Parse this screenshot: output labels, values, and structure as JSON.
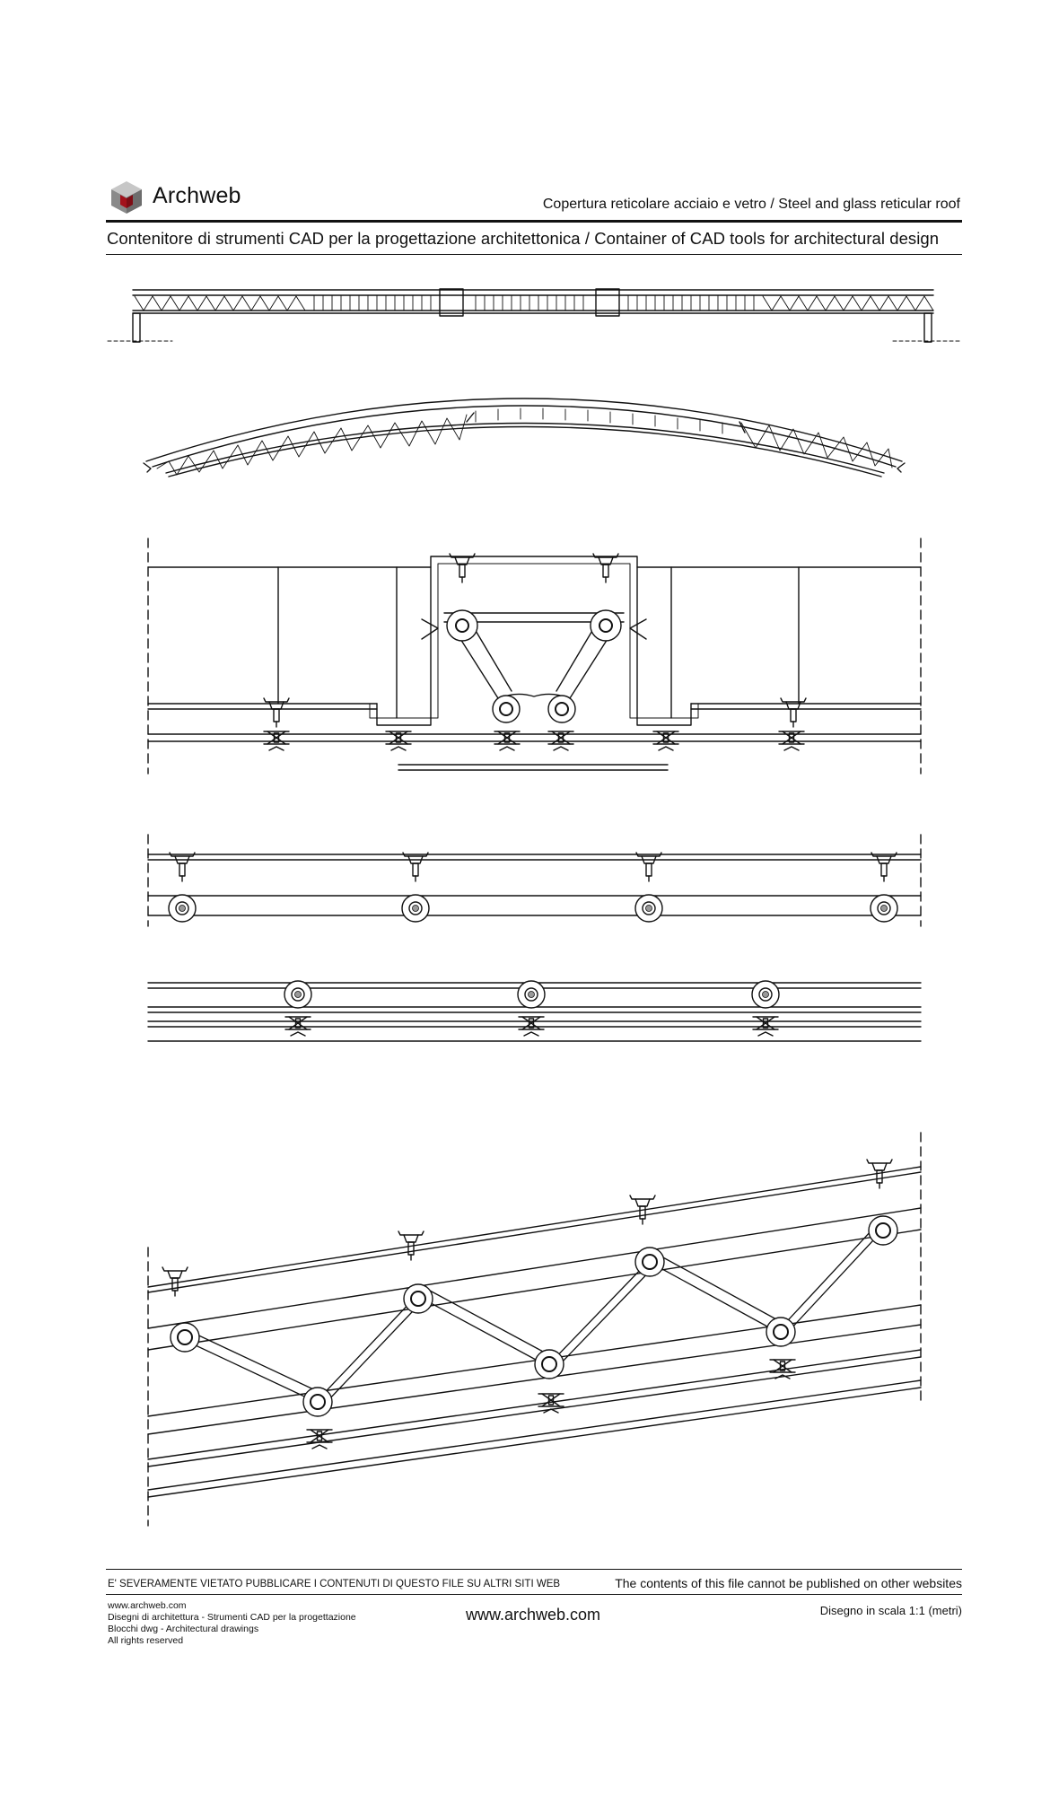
{
  "header": {
    "brand": "Archweb",
    "title": "Copertura reticolare acciaio e vetro  /  Steel and glass reticular roof",
    "subtitle": "Contenitore di strumenti CAD per la progettazione architettonica  /  Container of CAD tools for architectural design"
  },
  "footer": {
    "warning_it": "E' SEVERAMENTE VIETATO PUBBLICARE I CONTENUTI DI QUESTO FILE SU ALTRI SITI WEB",
    "warning_en": "The contents of this file cannot be published on other websites",
    "left_lines": [
      "www.archweb.com",
      "Disegni di architettura - Strumenti CAD  per la progettazione",
      "Blocchi dwg - Architectural drawings",
      "All rights reserved"
    ],
    "center": "www.archweb.com",
    "right": "Disegno in scala 1:1 (metri)"
  },
  "colors": {
    "ink": "#111111",
    "logo_red": "#a3121c",
    "logo_grey": "#8a8a8a",
    "logo_light": "#c7c7c7"
  }
}
